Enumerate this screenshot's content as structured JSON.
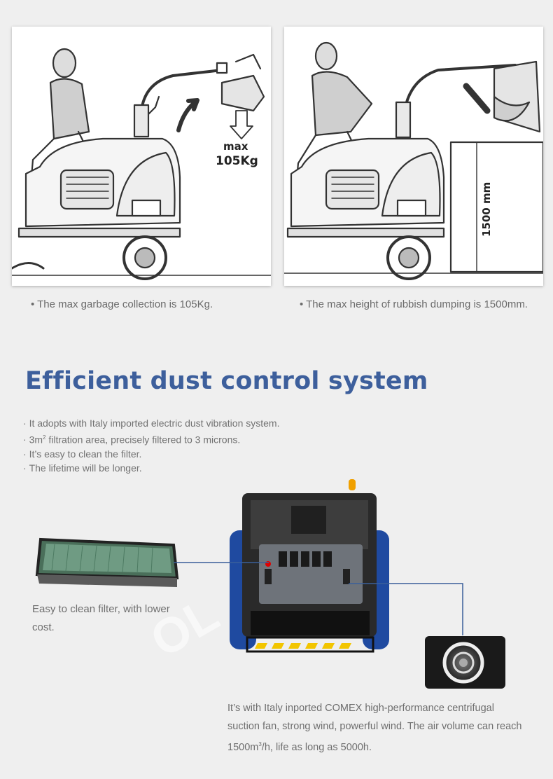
{
  "cards": [
    {
      "label_max": "max",
      "label_weight": "105Kg",
      "caption": "• The max garbage collection is 105Kg."
    },
    {
      "label_height": "1500 mm",
      "caption": "• The max height of rubbish dumping is 1500mm."
    }
  ],
  "section": {
    "title": "Efficient dust control system",
    "bullets": [
      {
        "text": "It adopts with Italy imported electric dust vibration system."
      },
      {
        "pre": "3m",
        "sup": "2",
        "post": "  filtration area, precisely filtered to 3 microns."
      },
      {
        "text": "It’s easy to clean the filter."
      },
      {
        "text": "The lifetime will be longer."
      }
    ]
  },
  "filter_note": "Easy to clean filter, with lower cost.",
  "fan_note": {
    "pre": "It’s with Italy inported COMEX high-performance centrifugal suction fan, strong wind, powerful wind. The air volume can reach 1500m",
    "sup": "3",
    "post": "/h, life as long as 5000h."
  },
  "colors": {
    "title": "#3d5f9c",
    "machine_blue": "#1f4aa0",
    "connector": "#3a5f9a",
    "warning_stripe": "#f2c500"
  }
}
